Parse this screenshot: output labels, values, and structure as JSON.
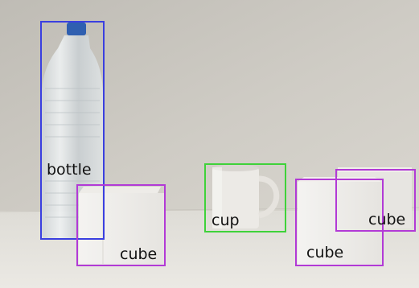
{
  "scene": {
    "description_colors": {
      "wall": "#c9c6bf",
      "table": "#e3e1dc",
      "bottle_cap": "#2f5fb0"
    },
    "detections": [
      {
        "label": "bottle",
        "color": "#3a3fe0"
      },
      {
        "label": "cube",
        "color": "#b23ad6"
      },
      {
        "label": "cup",
        "color": "#3fd23a"
      },
      {
        "label": "cube",
        "color": "#b23ad6"
      },
      {
        "label": "cube",
        "color": "#b23ad6"
      }
    ]
  }
}
